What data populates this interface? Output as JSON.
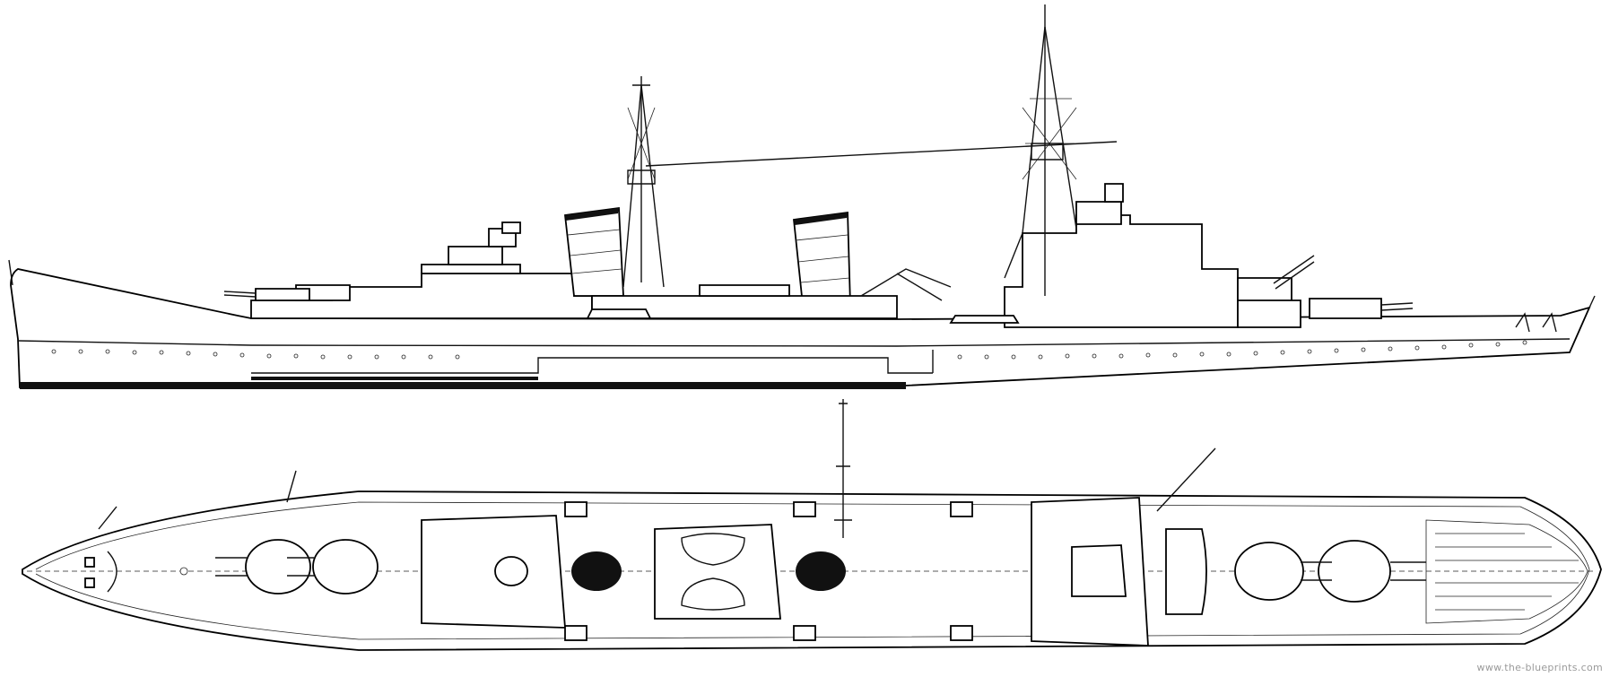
{
  "watermark": "www.the-blueprints.com",
  "colors": {
    "line": "#111111",
    "background": "#ffffff",
    "watermark": "#9a9a9a"
  },
  "views": {
    "side": "side-elevation",
    "top": "plan-view"
  }
}
